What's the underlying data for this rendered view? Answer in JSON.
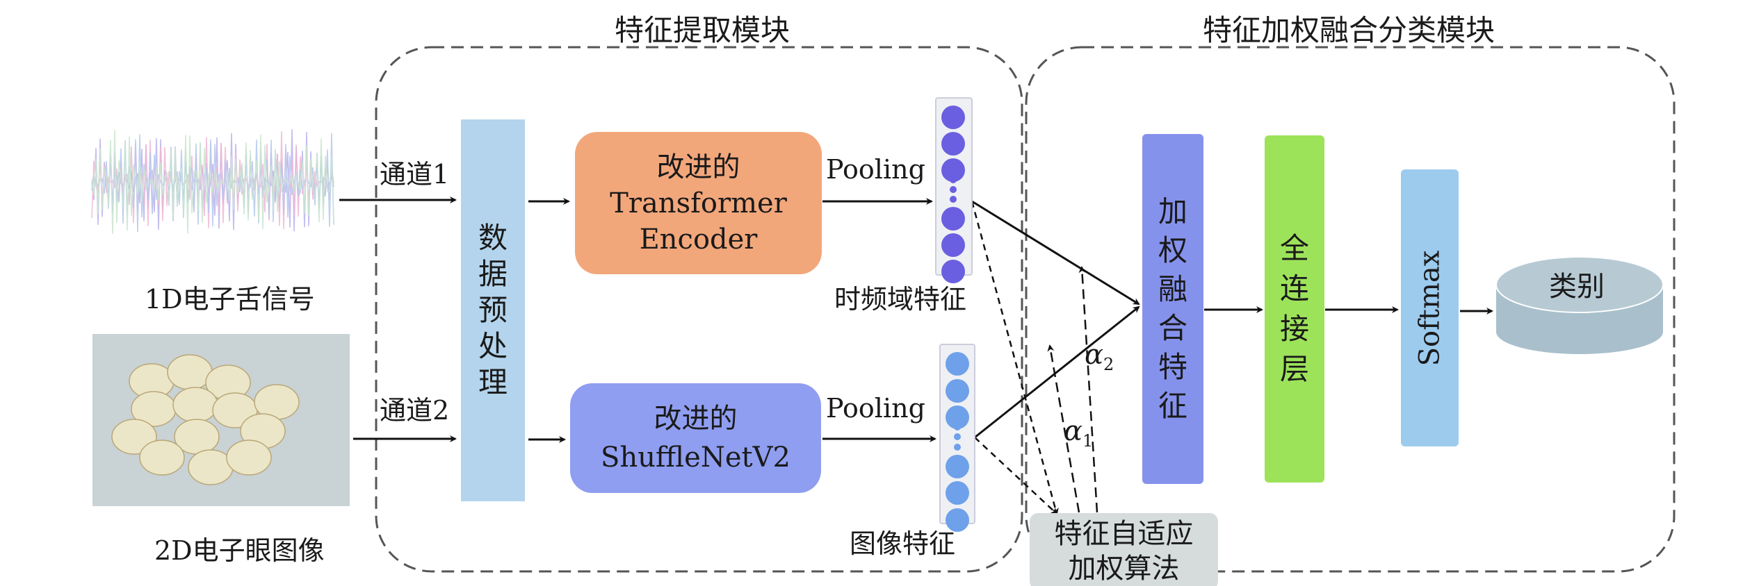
{
  "modules": {
    "feature_extraction_title": "特征提取模块",
    "fusion_classification_title": "特征加权融合分类模块"
  },
  "inputs": {
    "signal_label": "1D电子舌信号",
    "image_label": "2D电子眼图像",
    "channel1": "通道1",
    "channel2": "通道2"
  },
  "preprocess": {
    "chars": [
      "数",
      "据",
      "预",
      "处",
      "理"
    ]
  },
  "transformer": {
    "line1": "改进的",
    "line2": "Transformer",
    "line3": "Encoder"
  },
  "shufflenet": {
    "line1": "改进的",
    "line2": "ShuffleNetV2"
  },
  "pooling": {
    "top": "Pooling",
    "bottom": "Pooling"
  },
  "features": {
    "time_freq": "时频域特征",
    "image": "图像特征"
  },
  "weights": {
    "alpha1": "α",
    "alpha1_sub": "1",
    "alpha2": "α",
    "alpha2_sub": "2"
  },
  "adaptive": {
    "line1": "特征自适应",
    "line2": "加权算法"
  },
  "fusion": {
    "chars": [
      "加",
      "权",
      "融",
      "合",
      "特",
      "征"
    ]
  },
  "fc": {
    "chars": [
      "全",
      "连",
      "接",
      "层"
    ]
  },
  "softmax": {
    "label": "Softmax"
  },
  "output": {
    "label": "类别"
  },
  "colors": {
    "preprocess": "#b3d4ec",
    "transformer": "#f2a77b",
    "shufflenet": "#8f9ef0",
    "fusion": "#8592ec",
    "fc": "#9de35a",
    "softmax": "#9ccbee",
    "cylinder": "#a9c0cc",
    "adaptive": "#d6dcdc",
    "dot_top": "#6a5fe0",
    "dot_bottom": "#6fa0ea"
  }
}
